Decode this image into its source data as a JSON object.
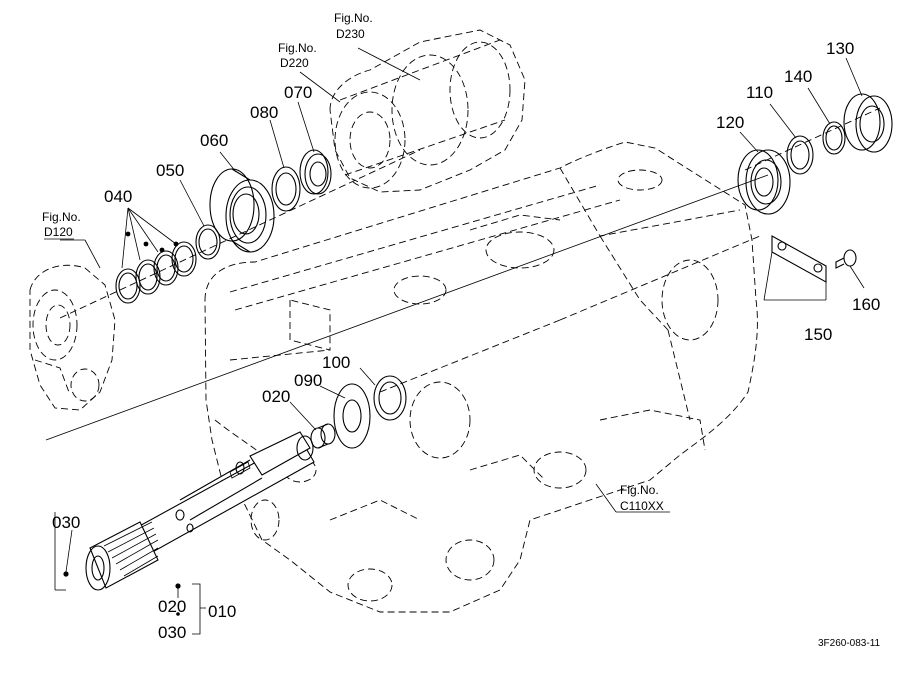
{
  "part_labels": {
    "p010": "010",
    "p020a": "020",
    "p020b": "020",
    "p030a": "030",
    "p030b": "030",
    "p040": "040",
    "p050": "050",
    "p060": "060",
    "p070": "070",
    "p080": "080",
    "p090": "090",
    "p100": "100",
    "p110": "110",
    "p120": "120",
    "p130": "130",
    "p140": "140",
    "p150": "150",
    "p160": "160"
  },
  "figure_refs": {
    "d120": {
      "prefix": "Fig.No.",
      "code": "D120"
    },
    "d220": {
      "prefix": "Fig.No.",
      "code": "D220"
    },
    "d230": {
      "prefix": "Fig.No.",
      "code": "D230"
    },
    "c110": {
      "prefix": "Fig.No.",
      "code": "C110XX"
    }
  },
  "drawing_code": "3F260-083-11"
}
